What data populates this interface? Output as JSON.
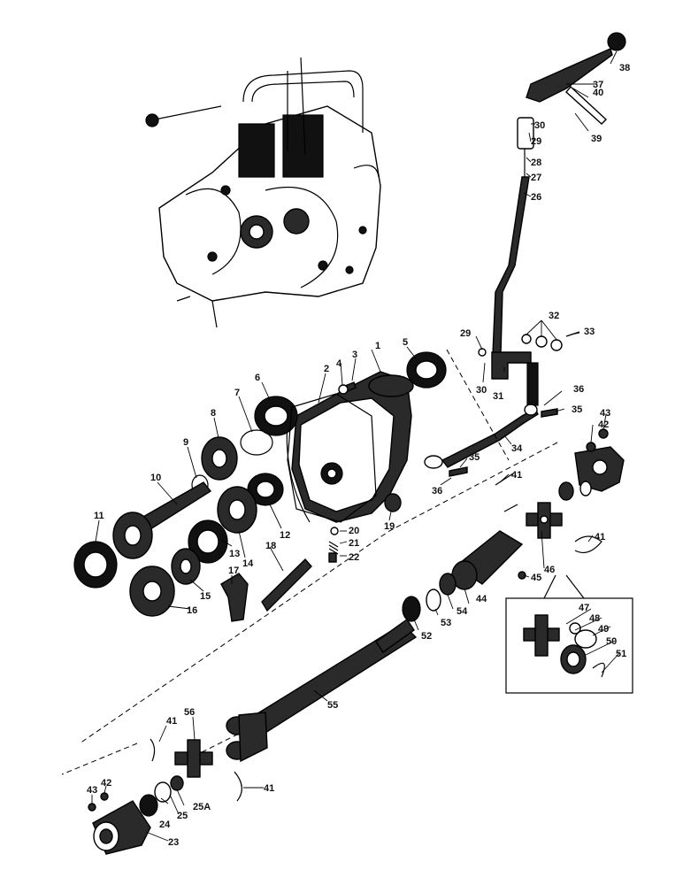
{
  "labels": [
    "1",
    "2",
    "3",
    "4",
    "5",
    "6",
    "7",
    "8",
    "9",
    "10",
    "11",
    "12",
    "13",
    "14",
    "15",
    "16",
    "17",
    "18",
    "19",
    "20",
    "21",
    "22",
    "23",
    "24",
    "25",
    "25A",
    "26",
    "27",
    "28",
    "29",
    "29",
    "30",
    "30",
    "31",
    "32",
    "33",
    "34",
    "35",
    "35",
    "36",
    "36",
    "37",
    "38",
    "39",
    "40",
    "41",
    "41",
    "41",
    "41",
    "42",
    "42",
    "43",
    "43",
    "44",
    "45",
    "46",
    "47",
    "48",
    "49",
    "50",
    "51",
    "52",
    "53",
    "54",
    "55",
    "56"
  ]
}
